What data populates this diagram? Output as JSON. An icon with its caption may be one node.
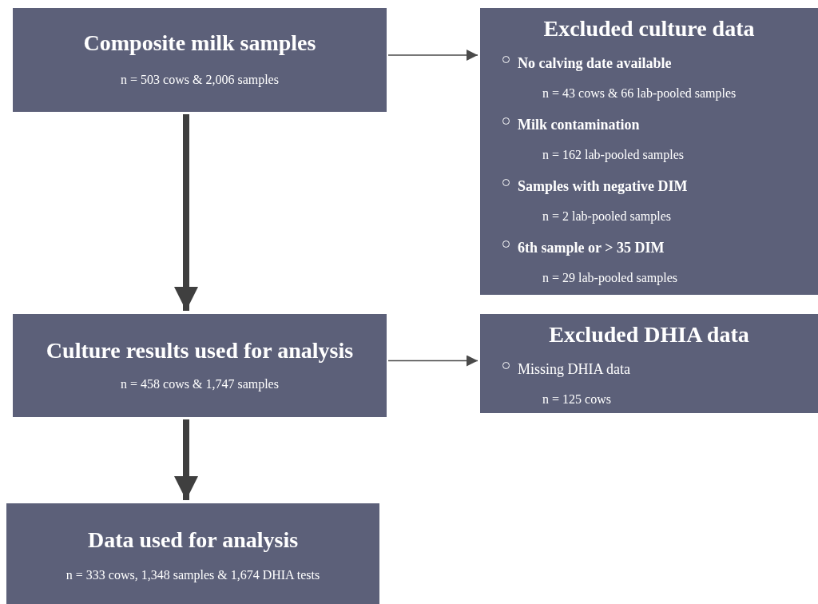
{
  "diagram": {
    "nodes": [
      {
        "text": [
          "Composite milk samples",
          "n = 503 cows & 2,006 samples"
        ]
      },
      {
        "text": [
          "Excluded culture data",
          "No calving date available",
          "n = 43 cows & 66 lab-pooled samples",
          "Milk contamination",
          "n = 162 lab-pooled samples",
          "Samples with negative DIM",
          "n = 2 lab-pooled samples",
          "6th sample or > 35 DIM",
          "n = 29 lab-pooled samples"
        ]
      },
      {
        "text": [
          "Culture results used for analysis",
          "n = 458 cows & 1,747 samples"
        ]
      },
      {
        "text": [
          "Excluded DHIA data",
          "Missing DHIA data",
          "n = 125 cows"
        ]
      },
      {
        "text": [
          "Data used for analysis",
          "n = 333 cows, 1,348 samples & 1,674 DHIA tests"
        ]
      }
    ],
    "edges": [
      {
        "from": 0,
        "to": 1,
        "arrow": "to"
      },
      {
        "from": 0,
        "to": 2,
        "arrow": "to",
        "style": "thick"
      },
      {
        "from": 2,
        "to": 3,
        "arrow": "to"
      },
      {
        "from": 2,
        "to": 4,
        "arrow": "to",
        "style": "thick"
      }
    ]
  }
}
